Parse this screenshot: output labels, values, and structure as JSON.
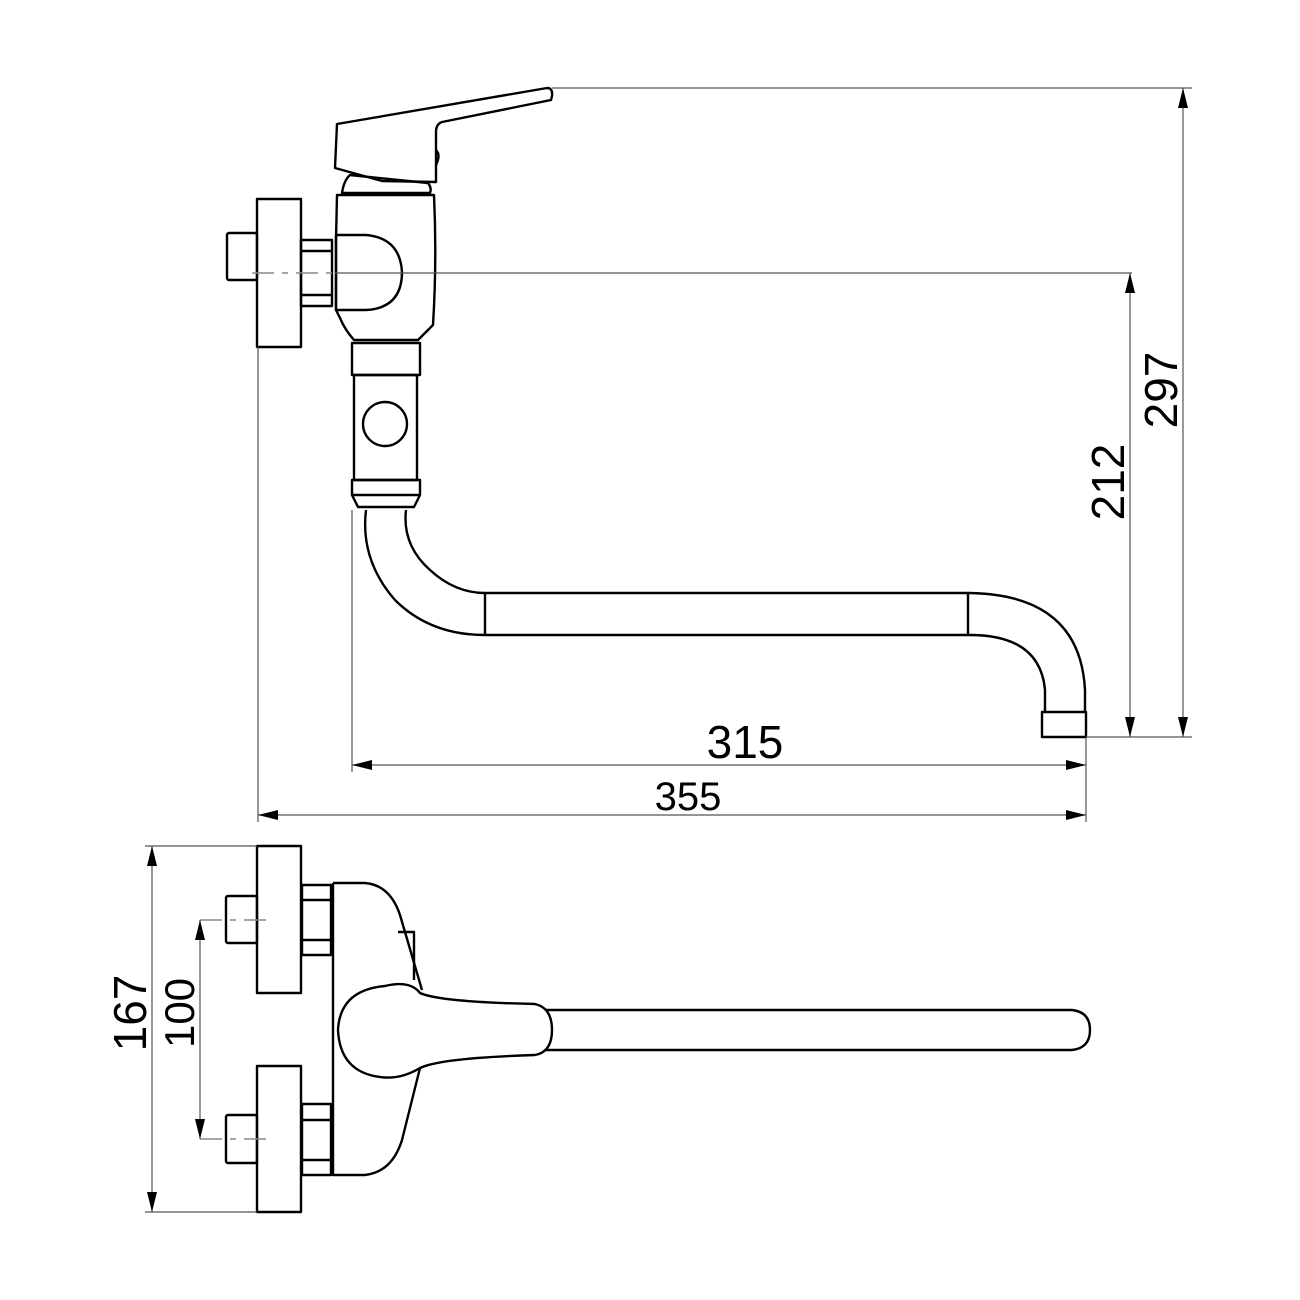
{
  "drawing": {
    "side_view": {
      "dimensions": {
        "total_height": "297",
        "spout_height": "212",
        "spout_reach": "315",
        "total_reach": "355"
      }
    },
    "top_view": {
      "dimensions": {
        "total_width": "167",
        "center_distance": "100"
      }
    },
    "colors": {
      "line": "#000000",
      "dimension": "#555555",
      "background": "#ffffff"
    }
  }
}
